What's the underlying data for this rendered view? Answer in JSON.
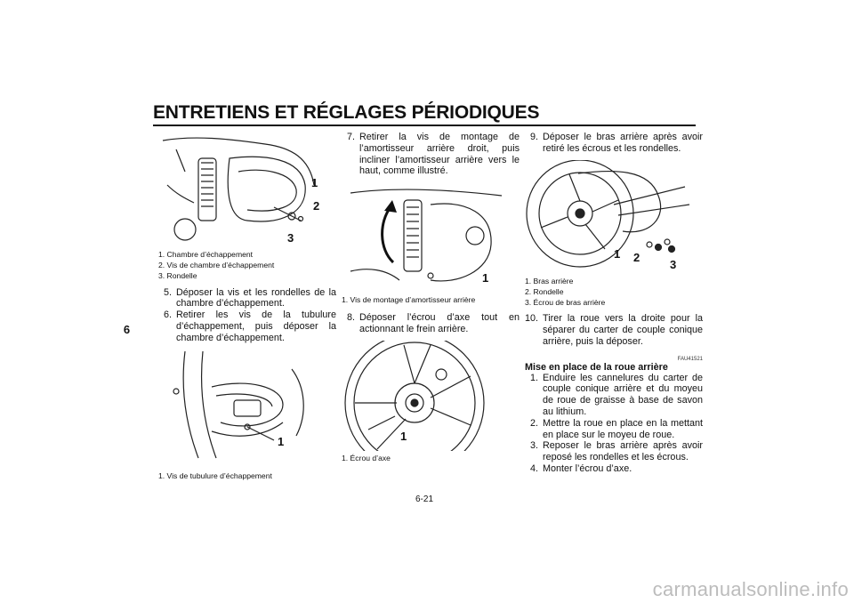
{
  "header": {
    "title": "ENTRETIENS ET RÉGLAGES PÉRIODIQUES"
  },
  "chapter_tab": "6",
  "page_number": "6-21",
  "watermark": "carmanualsonline.info",
  "column1": {
    "figure1": {
      "callouts": [
        "1",
        "2",
        "3"
      ],
      "legend": [
        "1. Chambre d’échappement",
        "2. Vis de chambre d’échappement",
        "3. Rondelle"
      ]
    },
    "steps": [
      {
        "num": "5.",
        "text": "Déposer la vis et les rondelles de la chambre d’échappement."
      },
      {
        "num": "6.",
        "text": "Retirer les vis de la tubulure d’échappement, puis déposer la chambre d’échappement."
      }
    ],
    "figure2": {
      "callouts": [
        "1"
      ],
      "legend": [
        "1. Vis de tubulure d’échappement"
      ]
    }
  },
  "column2": {
    "steps_top": [
      {
        "num": "7.",
        "text": "Retirer la vis de montage de l’amortisseur arrière droit, puis incliner l’amortisseur arrière vers le haut, comme illustré."
      }
    ],
    "figure1": {
      "callouts": [
        "1"
      ],
      "legend": [
        "1. Vis de montage d’amortisseur arrière"
      ]
    },
    "steps_mid": [
      {
        "num": "8.",
        "text": "Déposer l’écrou d’axe tout en actionnant le frein arrière."
      }
    ],
    "figure2": {
      "callouts": [
        "1"
      ],
      "legend": [
        "1. Écrou d’axe"
      ]
    }
  },
  "column3": {
    "steps_top": [
      {
        "num": "9.",
        "text": "Déposer le bras arrière après avoir retiré les écrous et les rondelles."
      }
    ],
    "figure1": {
      "callouts": [
        "1",
        "2",
        "3"
      ],
      "legend": [
        "1. Bras arrière",
        "2. Rondelle",
        "3. Écrou de bras arrière"
      ]
    },
    "steps_mid": [
      {
        "num": "10.",
        "text": "Tirer la roue vers la droite pour la séparer du carter de couple conique arrière, puis la déposer."
      }
    ],
    "code": "FAU41521",
    "section_heading": "Mise en place de la roue arrière",
    "steps_bottom": [
      {
        "num": "1.",
        "text": "Enduire les cannelures du carter de couple conique arrière et du moyeu de roue de graisse à base de savon au lithium."
      },
      {
        "num": "2.",
        "text": "Mettre la roue en place en la mettant en place sur le moyeu de roue."
      },
      {
        "num": "3.",
        "text": "Reposer le bras arrière après avoir reposé les rondelles et les écrous."
      },
      {
        "num": "4.",
        "text": "Monter l’écrou d’axe."
      }
    ]
  }
}
